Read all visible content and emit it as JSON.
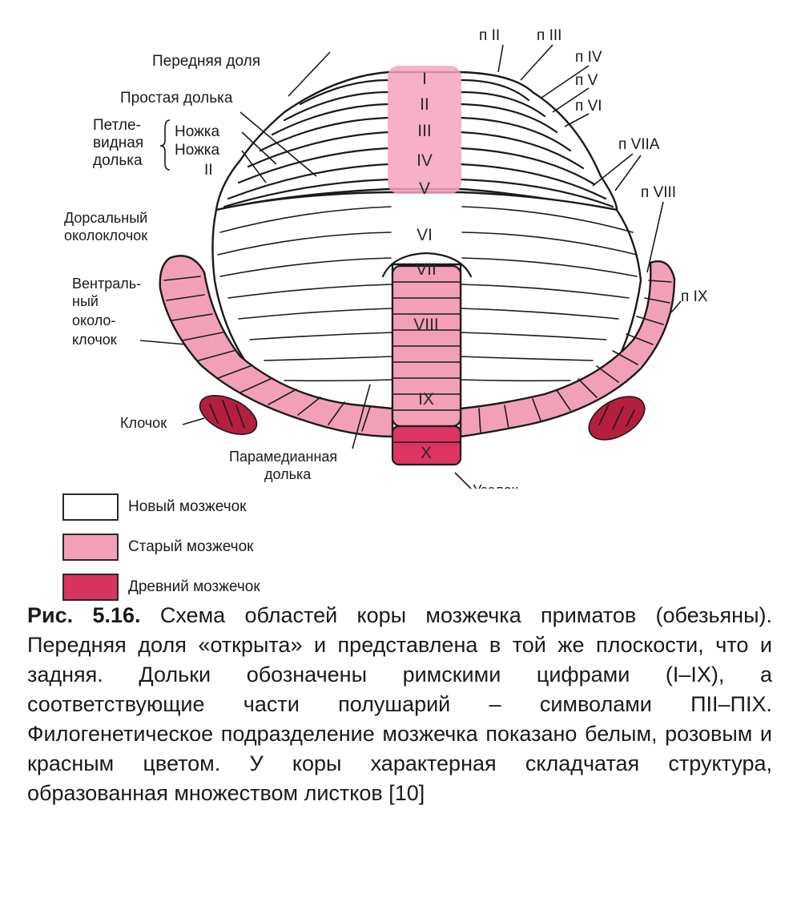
{
  "colors": {
    "new_cerebellum": "#ffffff",
    "old_cerebellum": "#f2a0b8",
    "ancient_cerebellum": "#d8345f",
    "vermis_light": "#f5a3c0",
    "vermis_dark": "#dc3564",
    "flocculus": "#b51f3e",
    "outline": "#1a1a1a"
  },
  "labels": {
    "anterior_lobe": "Передняя доля",
    "simple_lobule": "Простая долька",
    "ansiform_1": "Петле-",
    "ansiform_2": "видная",
    "ansiform_3": "долька",
    "crus_a": "Ножка",
    "crus_b": "Ножка",
    "crus_num": "II",
    "dorsal_paraflocculus_1": "Дорсальный",
    "dorsal_paraflocculus_2": "околоклочок",
    "ventral_paraflocculus_1": "Вентраль-",
    "ventral_paraflocculus_2": "ный",
    "ventral_paraflocculus_3": "около-",
    "ventral_paraflocculus_4": "клочок",
    "flocculus": "Клочок",
    "paramedian_1": "Парамедианная",
    "paramedian_2": "долька",
    "nodulus": "Узелок",
    "h2": "п II",
    "h3": "п III",
    "h4": "п IV",
    "h5": "п V",
    "h6": "п VI",
    "h7a": "п VIIA",
    "h8": "п VIII",
    "h9": "п IX"
  },
  "vermis_lobules": [
    "I",
    "II",
    "III",
    "IV",
    "V",
    "VI",
    "VII",
    "VIII",
    "IX",
    "X"
  ],
  "legend": [
    {
      "label": "Новый мозжечок",
      "color": "#ffffff"
    },
    {
      "label": "Старый мозжечок",
      "color": "#f2a0b8"
    },
    {
      "label": "Древний мозжечок",
      "color": "#d8345f"
    }
  ],
  "caption": {
    "prefix": "Рис. 5.16.",
    "text": "Схема областей коры мозжечка приматов (обезьяны). Передняя доля «открыта» и представлена в той же плоскости, что и задняя. Дольки обозначены римскими цифрами (I–IX), а соответствующие части полушарий – символами ПII–ПIX. Филогенетическое подразделение мозжечка показано белым, розовым и красным цветом. У коры характерная складчатая структура, образованная множеством листков [10]"
  }
}
